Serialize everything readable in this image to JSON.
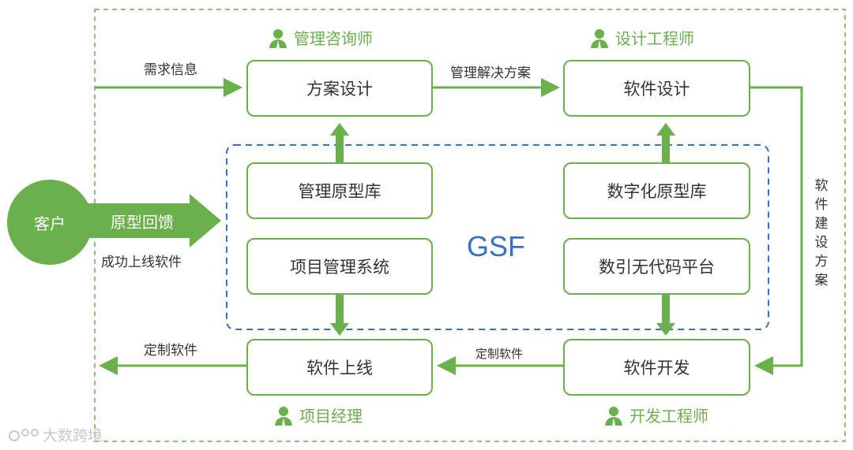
{
  "roles": {
    "mgmt_consultant": "管理咨询师",
    "design_engineer": "设计工程师",
    "project_manager": "项目经理",
    "dev_engineer": "开发工程师"
  },
  "boxes": {
    "scheme_design": "方案设计",
    "software_design": "软件设计",
    "mgmt_prototype_lib": "管理原型库",
    "digital_prototype_lib": "数字化原型库",
    "project_mgmt_system": "项目管理系统",
    "nocode_platform": "数引无代码平台",
    "software_launch": "软件上线",
    "software_dev": "软件开发"
  },
  "labels": {
    "requirement_info": "需求信息",
    "mgmt_solution": "管理解决方案",
    "software_build_plan": "软件建设方案",
    "custom_software_bottom": "定制软件",
    "custom_software_left": "定制软件",
    "success_launch": "成功上线软件",
    "prototype_feedback": "原型回馈",
    "client": "客户",
    "gsf": "GSF"
  },
  "watermark": "大数跨境",
  "colors": {
    "green": "#6ab04c",
    "blue": "#3b6fc4"
  }
}
